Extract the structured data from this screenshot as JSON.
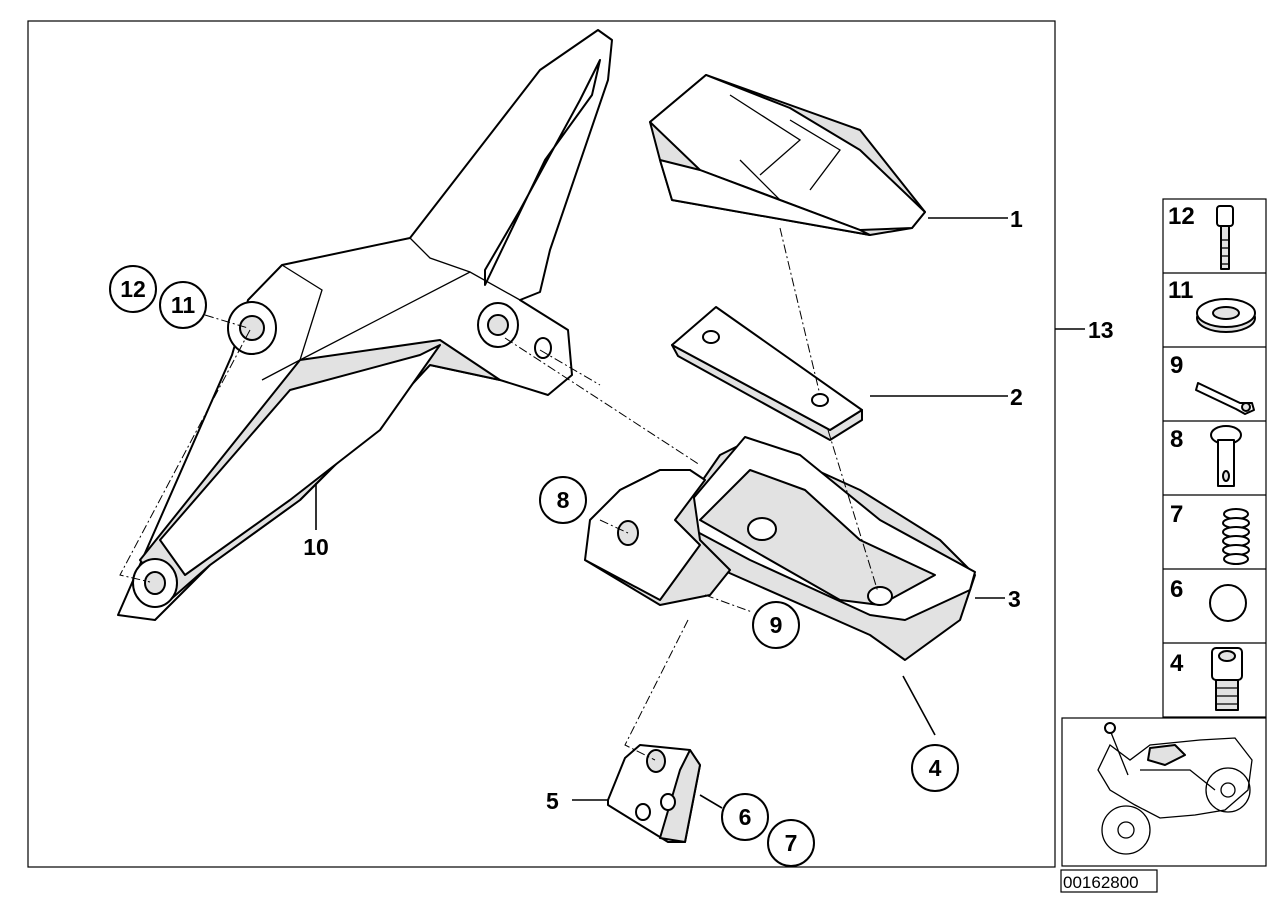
{
  "diagram": {
    "callouts": {
      "c1": "1",
      "c2": "2",
      "c3": "3",
      "c4": "4",
      "c5": "5",
      "c6": "6",
      "c7": "7",
      "c8": "8",
      "c9": "9",
      "c10": "10",
      "c11": "11",
      "c12": "12",
      "c13": "13"
    },
    "thumbnails": [
      {
        "label": "12",
        "icon": "bolt-hex-socket-icon"
      },
      {
        "label": "11",
        "icon": "washer-icon"
      },
      {
        "label": "9",
        "icon": "split-pin-icon"
      },
      {
        "label": "8",
        "icon": "pin-icon"
      },
      {
        "label": "7",
        "icon": "spring-icon"
      },
      {
        "label": "6",
        "icon": "ball-icon"
      },
      {
        "label": "4",
        "icon": "shoulder-screw-icon"
      }
    ],
    "overview_icon": "motorcycle-icon",
    "drawing_number": "00162800"
  }
}
